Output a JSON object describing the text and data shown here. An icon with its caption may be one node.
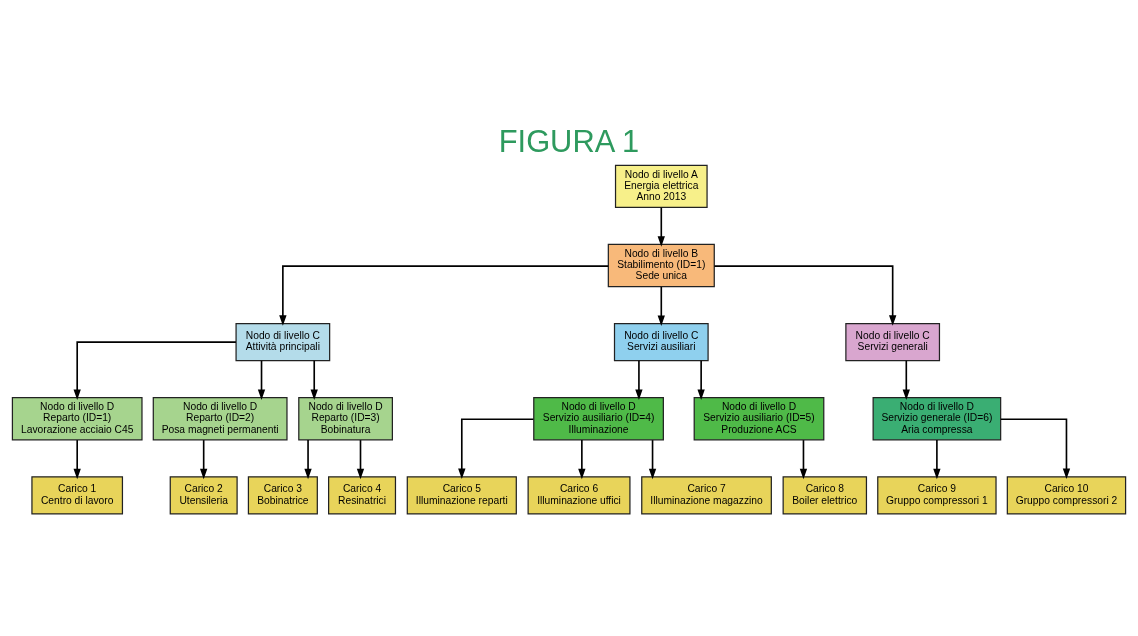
{
  "diagram": {
    "title": "FIGURA 1",
    "nodes": [
      {
        "text": [
          "Nodo di livello A",
          "Energia elettrica",
          "Anno 2013"
        ]
      },
      {
        "text": [
          "Nodo di livello B",
          "Stabilimento (ID=1)",
          "Sede unica"
        ]
      },
      {
        "text": [
          "Nodo di livello C",
          "Attività principali"
        ]
      },
      {
        "text": [
          "Nodo di livello C",
          "Servizi ausiliari"
        ]
      },
      {
        "text": [
          "Nodo di livello C",
          "Servizi generali"
        ]
      },
      {
        "text": [
          "Nodo di livello D",
          "Reparto (ID=1)",
          "Lavorazione acciaio C45"
        ]
      },
      {
        "text": [
          "Nodo di livello D",
          "Reparto (ID=2)",
          "Posa magneti permanenti"
        ]
      },
      {
        "text": [
          "Nodo di livello D",
          "Reparto (ID=3)",
          "Bobinatura"
        ]
      },
      {
        "text": [
          "Nodo di livello D",
          "Servizio ausiliario (ID=4)",
          "Illuminazione"
        ]
      },
      {
        "text": [
          "Nodo di livello D",
          "Servizio ausiliario (ID=5)",
          "Produzione ACS"
        ]
      },
      {
        "text": [
          "Nodo di livello D",
          "Servizio generale (ID=6)",
          "Aria compressa"
        ]
      },
      {
        "text": [
          "Carico 1",
          "Centro di lavoro"
        ]
      },
      {
        "text": [
          "Carico 2",
          "Utensileria"
        ]
      },
      {
        "text": [
          "Carico 3",
          "Bobinatrice"
        ]
      },
      {
        "text": [
          "Carico 4",
          "Resinatrici"
        ]
      },
      {
        "text": [
          "Carico 5",
          "Illuminazione reparti"
        ]
      },
      {
        "text": [
          "Carico 6",
          "Illuminazione uffici"
        ]
      },
      {
        "text": [
          "Carico 7",
          "Illuminazione magazzino"
        ]
      },
      {
        "text": [
          "Carico 8",
          "Boiler elettrico"
        ]
      },
      {
        "text": [
          "Carico 9",
          "Gruppo compressori 1"
        ]
      },
      {
        "text": [
          "Carico 10",
          "Gruppo compressori 2"
        ]
      }
    ],
    "edges": [
      {
        "from": 0,
        "to": 1,
        "arrow": "to"
      },
      {
        "from": 1,
        "to": 2,
        "arrow": "to"
      },
      {
        "from": 1,
        "to": 3,
        "arrow": "to"
      },
      {
        "from": 1,
        "to": 4,
        "arrow": "to"
      },
      {
        "from": 2,
        "to": 5,
        "arrow": "to"
      },
      {
        "from": 2,
        "to": 6,
        "arrow": "to"
      },
      {
        "from": 2,
        "to": 7,
        "arrow": "to"
      },
      {
        "from": 3,
        "to": 8,
        "arrow": "to"
      },
      {
        "from": 3,
        "to": 9,
        "arrow": "to"
      },
      {
        "from": 4,
        "to": 10,
        "arrow": "to"
      },
      {
        "from": 5,
        "to": 11,
        "arrow": "to"
      },
      {
        "from": 6,
        "to": 12,
        "arrow": "to"
      },
      {
        "from": 7,
        "to": 13,
        "arrow": "to"
      },
      {
        "from": 7,
        "to": 14,
        "arrow": "to"
      },
      {
        "from": 8,
        "to": 15,
        "arrow": "to"
      },
      {
        "from": 8,
        "to": 16,
        "arrow": "to"
      },
      {
        "from": 8,
        "to": 17,
        "arrow": "to"
      },
      {
        "from": 9,
        "to": 18,
        "arrow": "to"
      },
      {
        "from": 10,
        "to": 19,
        "arrow": "to"
      },
      {
        "from": 10,
        "to": 20,
        "arrow": "to"
      }
    ]
  }
}
